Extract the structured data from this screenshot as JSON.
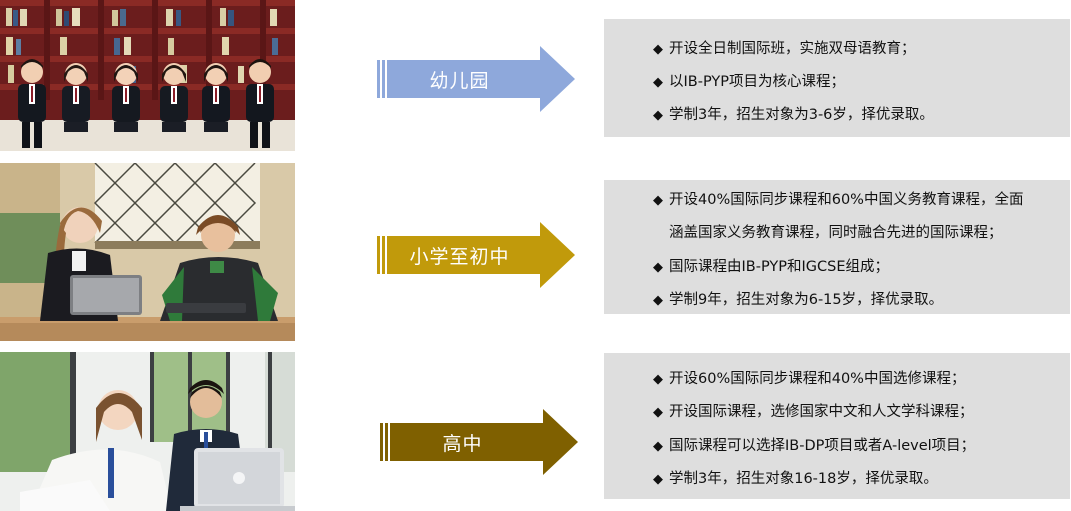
{
  "sections": [
    {
      "label": "幼儿园",
      "arrow_color": "#8ea8db",
      "photo_kind": "kindergarten-class-photo",
      "items": [
        {
          "text": "开设全日制国际班，实施双母语教育；"
        },
        {
          "text": "以IB-PYP项目为核心课程；"
        },
        {
          "text": "学制3年，招生对象为3-6岁，择优录取。"
        }
      ]
    },
    {
      "label": "小学至初中",
      "arrow_color": "#c19a0b",
      "photo_kind": "students-with-tablets-photo",
      "items": [
        {
          "text": "开设40%国际同步课程和60%中国义务教育课程，全面",
          "continuation": "涵盖国家义务教育课程，同时融合先进的国际课程；"
        },
        {
          "text": "国际课程由IB-PYP和IGCSE组成；"
        },
        {
          "text": "学制9年，招生对象为6-15岁，择优录取。"
        }
      ]
    },
    {
      "label": "高中",
      "arrow_color": "#7f6000",
      "photo_kind": "students-with-laptop-photo",
      "items": [
        {
          "text": "开设60%国际同步课程和40%中国选修课程；"
        },
        {
          "text": "开设国际课程，选修国家中文和人文学科课程；"
        },
        {
          "text": "国际课程可以选择IB-DP项目或者A-level项目；"
        },
        {
          "text": "学制3年，招生对象16-18岁，择优录取。"
        }
      ]
    }
  ],
  "bullet_glyph": "◆"
}
